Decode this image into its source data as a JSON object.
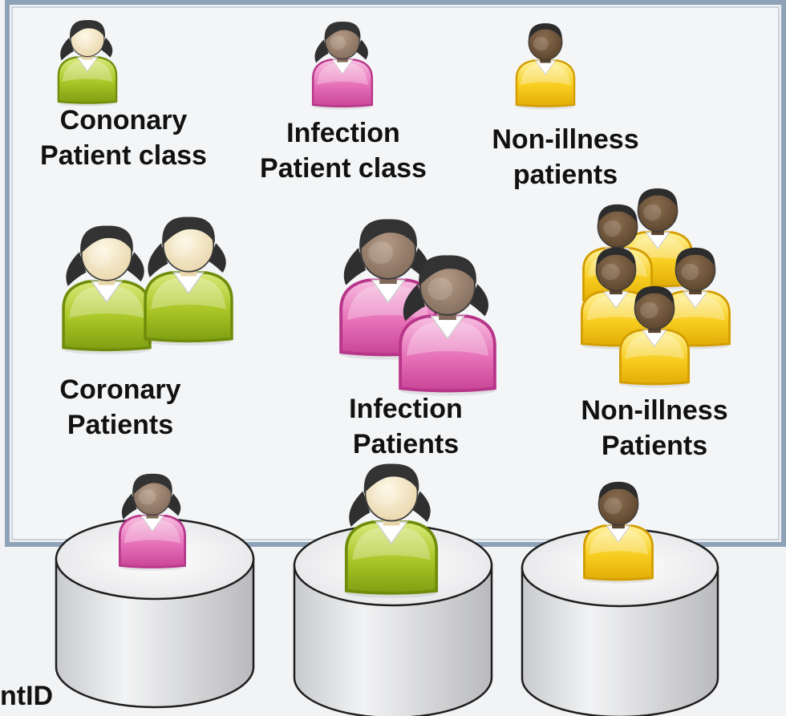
{
  "class_labels": {
    "coronary": [
      "Cononary",
      "Patient class"
    ],
    "infection": [
      "Infection",
      "Patient class"
    ],
    "nonillness": [
      "Non-illness",
      "patients"
    ]
  },
  "group_labels": {
    "coronary": [
      "Coronary",
      "Patients"
    ],
    "infection": [
      "Infection",
      "Patients"
    ],
    "nonillness": [
      "Non-illness",
      "Patients"
    ]
  },
  "bottom_left_text": "ntID",
  "colors": {
    "green": "#9dbb1c",
    "pink": "#e062ae",
    "yellow": "#f5c615",
    "panel_border": "#8ea2b8",
    "panel_fill": "#f4f5f6",
    "cylinder": "#e3e4e6"
  },
  "icons": {
    "class_coronary": "female-patient-icon",
    "class_infection": "female-patient-icon",
    "class_nonillness": "male-patient-icon",
    "db_infection": "female-patient-icon",
    "db_coronary": "female-patient-icon",
    "db_nonillness": "male-patient-icon"
  }
}
